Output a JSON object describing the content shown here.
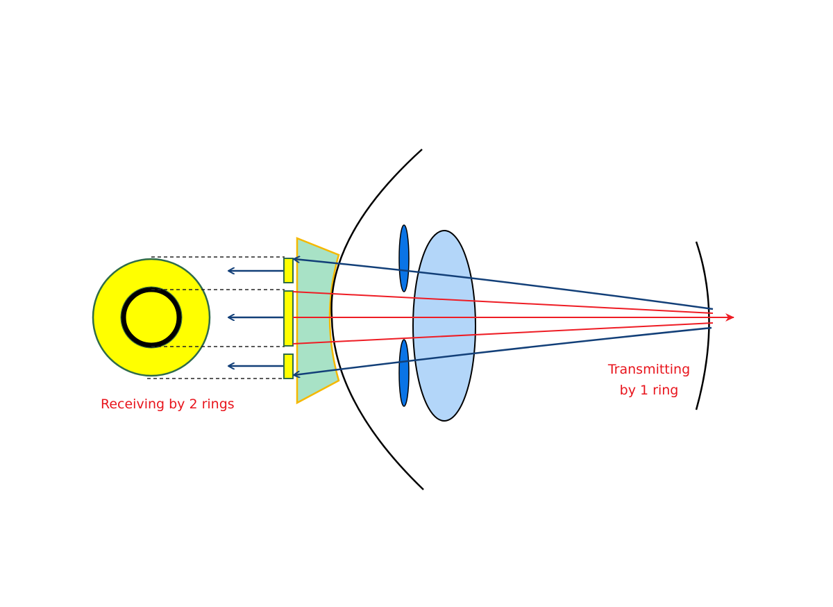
{
  "labels": {
    "receiving": "Receiving by 2 rings",
    "transmitting_line1": "Transmitting",
    "transmitting_line2": "by 1 ring"
  },
  "colors": {
    "ring_fill": "#ffff00",
    "ring_stroke": "#2e6b4a",
    "contact_lens_fill": "#a8e2c6",
    "contact_lens_stroke": "#f5b800",
    "iris": "#0a74e6",
    "crystalline_lens": "#b3d6f9",
    "transmit_ray": "#ee1c24",
    "receive_ray": "#123f78"
  }
}
